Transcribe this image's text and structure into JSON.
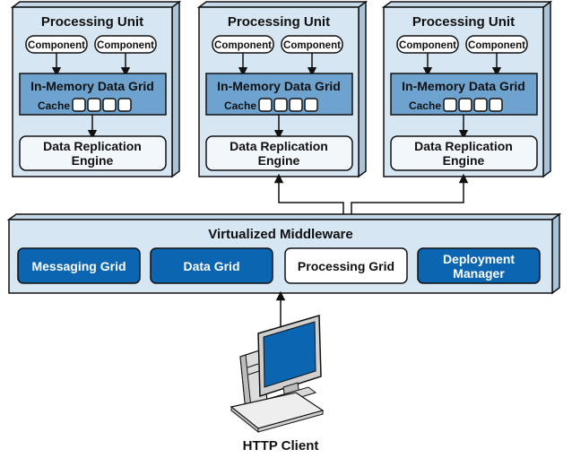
{
  "processing_units": [
    {
      "title": "Processing Unit",
      "components": [
        "Component",
        "Component"
      ],
      "data_grid": "In-Memory Data Grid",
      "cache_label": "Cache",
      "engine": [
        "Data Replication",
        "Engine"
      ]
    },
    {
      "title": "Processing Unit",
      "components": [
        "Component",
        "Component"
      ],
      "data_grid": "In-Memory Data Grid",
      "cache_label": "Cache",
      "engine": [
        "Data Replication",
        "Engine"
      ]
    },
    {
      "title": "Processing Unit",
      "components": [
        "Component",
        "Component"
      ],
      "data_grid": "In-Memory Data Grid",
      "cache_label": "Cache",
      "engine": [
        "Data Replication",
        "Engine"
      ]
    }
  ],
  "middleware": {
    "title": "Virtualized Middleware",
    "modules": [
      {
        "lines": [
          "Messaging Grid"
        ],
        "style": "dark"
      },
      {
        "lines": [
          "Data Grid"
        ],
        "style": "dark"
      },
      {
        "lines": [
          "Processing Grid"
        ],
        "style": "light"
      },
      {
        "lines": [
          "Deployment",
          "Manager"
        ],
        "style": "dark"
      }
    ]
  },
  "client": {
    "label": "HTTP Client"
  },
  "colors": {
    "panel_fill": "#d6e6f2",
    "panel_side": "#a9c4d8",
    "grid_fill": "#6ea3cf",
    "dark_module": "#0b65b0",
    "light_module": "#ffffff",
    "stroke": "#111111"
  }
}
